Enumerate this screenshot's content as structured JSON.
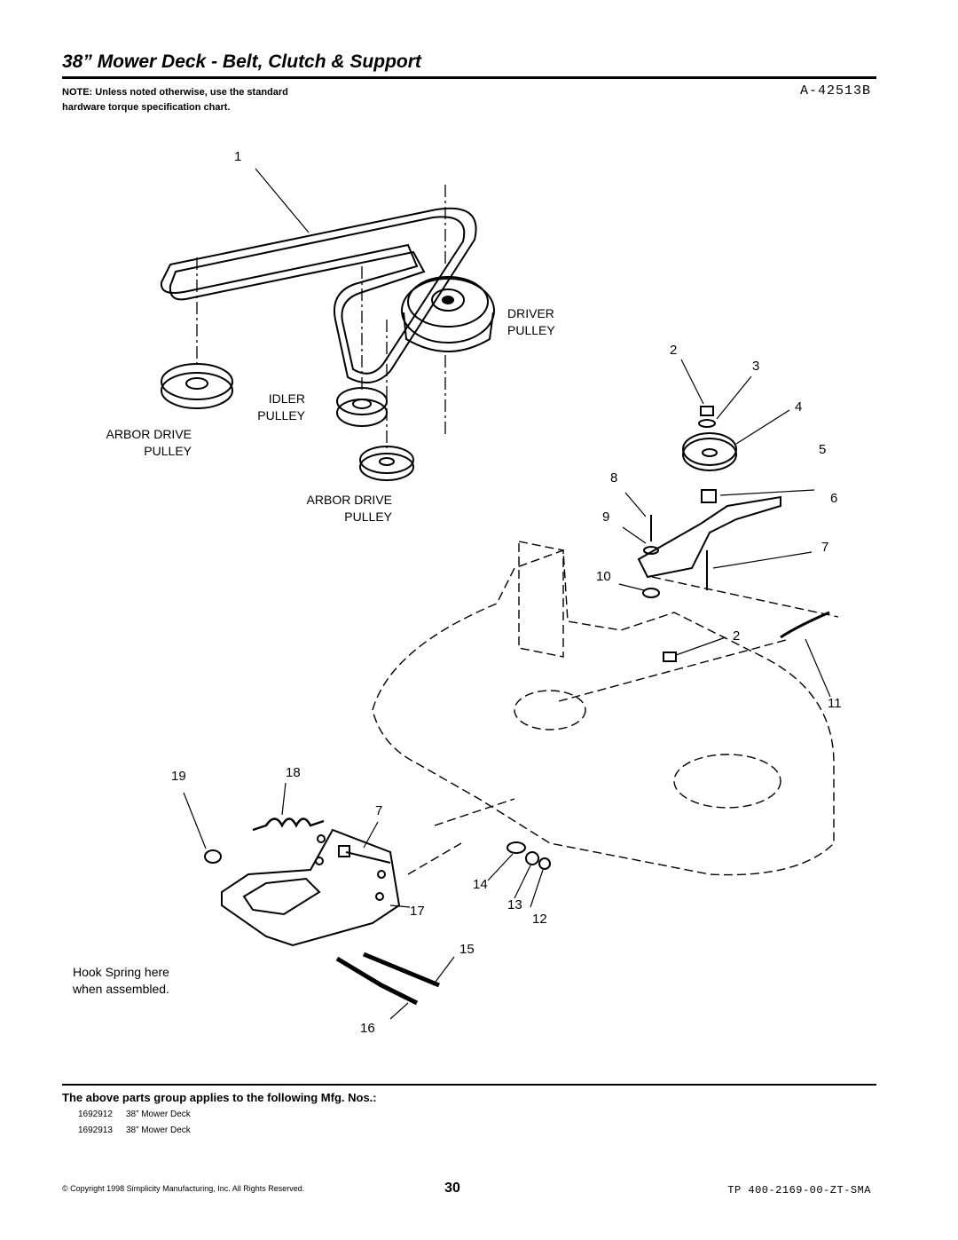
{
  "header": {
    "title": "38” Mower Deck - Belt, Clutch & Support",
    "figure_id": "A-42513B",
    "note": "NOTE: Unless noted otherwise, use the standard hardware torque specification chart."
  },
  "diagram": {
    "labels": {
      "driver_pulley": [
        "DRIVER",
        "PULLEY"
      ],
      "idler_pulley": [
        "IDLER",
        "PULLEY"
      ],
      "arbor_drive_left": [
        "ARBOR DRIVE",
        "PULLEY"
      ],
      "arbor_drive_right": [
        "ARBOR DRIVE",
        "PULLEY"
      ],
      "hook_spring": [
        "Hook Spring here",
        "when assembled."
      ]
    },
    "callouts": [
      "1",
      "2",
      "3",
      "4",
      "5",
      "6",
      "7",
      "8",
      "9",
      "10",
      "2",
      "11",
      "19",
      "18",
      "7",
      "14",
      "17",
      "13",
      "12",
      "15",
      "16"
    ]
  },
  "applies": {
    "heading": "The above parts group applies to the following Mfg. Nos.:",
    "items": [
      {
        "number": "1692912",
        "description": "38” Mower Deck"
      },
      {
        "number": "1692913",
        "description": "38” Mower Deck"
      }
    ]
  },
  "footer": {
    "copyright": "© Copyright 1998 Simplicity Manufacturing, Inc. All Rights Reserved.",
    "page_number": "30",
    "doc_code": "TP 400-2169-00-ZT-SMA"
  }
}
